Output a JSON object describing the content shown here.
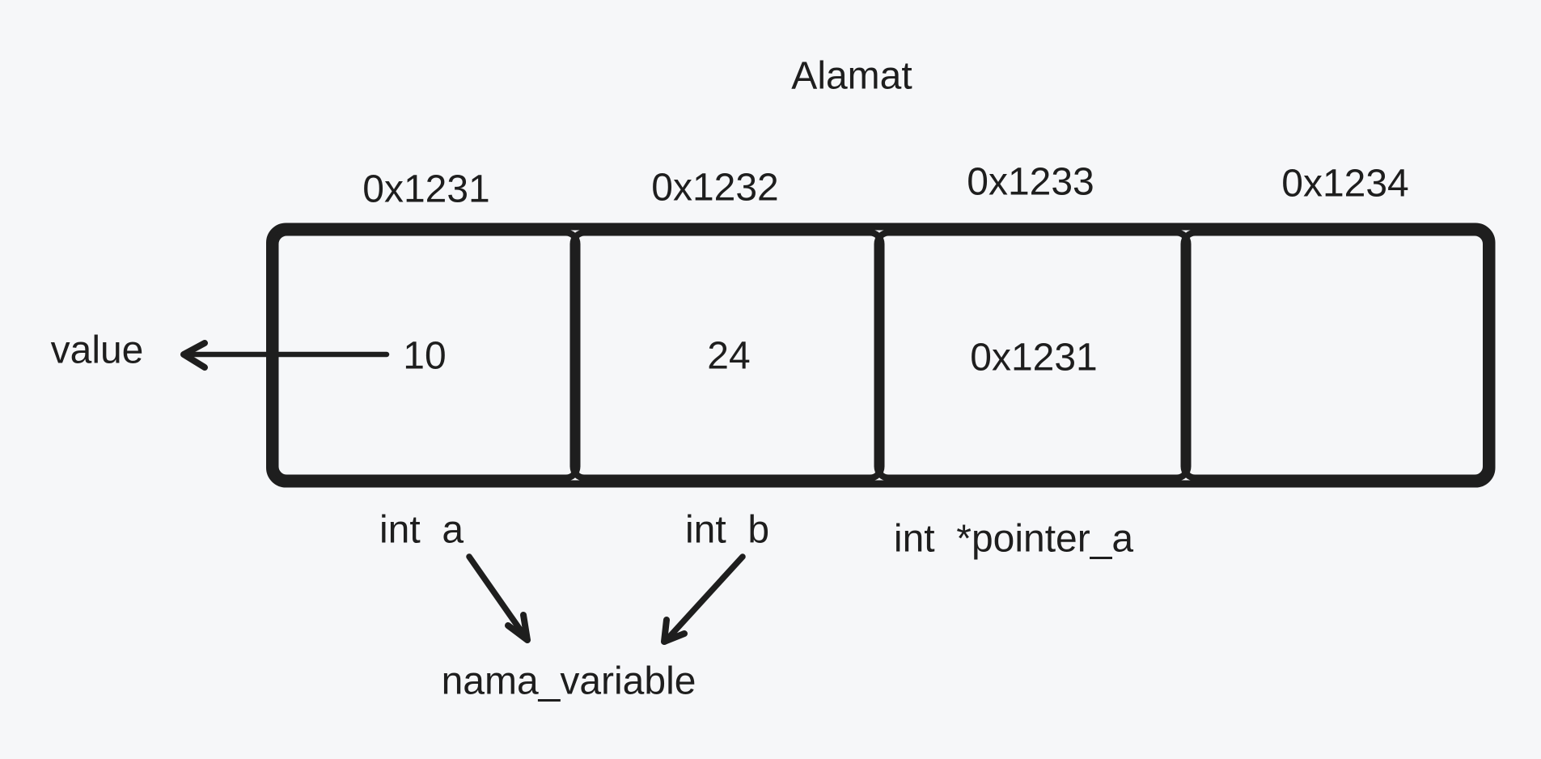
{
  "diagram": {
    "title": "Alamat",
    "value_pointer_label": "value",
    "shared_name_label": "nama_variable",
    "memory_cells": [
      {
        "address": "0x1231",
        "value": "10",
        "variable": "int  a"
      },
      {
        "address": "0x1232",
        "value": "24",
        "variable": "int  b"
      },
      {
        "address": "0x1233",
        "value": "0x1231",
        "variable": "int  *pointer_a"
      },
      {
        "address": "0x1234",
        "value": "",
        "variable": ""
      }
    ],
    "colors": {
      "background": "#f6f7f9",
      "ink": "#1e1e1e"
    }
  }
}
